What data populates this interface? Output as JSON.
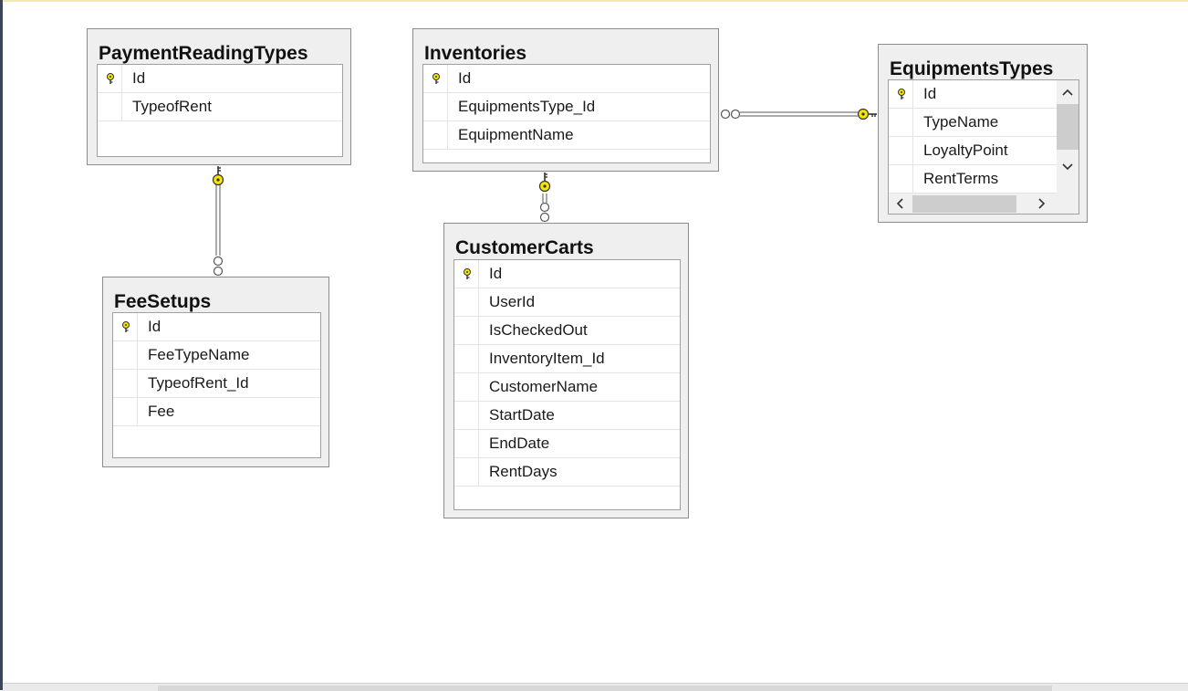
{
  "tables": {
    "payment_reading_types": {
      "title": "PaymentReadingTypes",
      "columns": [
        {
          "name": "Id",
          "pk": true
        },
        {
          "name": "TypeofRent",
          "pk": false
        }
      ]
    },
    "inventories": {
      "title": "Inventories",
      "columns": [
        {
          "name": "Id",
          "pk": true
        },
        {
          "name": "EquipmentsType_Id",
          "pk": false
        },
        {
          "name": "EquipmentName",
          "pk": false
        }
      ]
    },
    "equipments_types": {
      "title": "EquipmentsTypes",
      "columns": [
        {
          "name": "Id",
          "pk": true
        },
        {
          "name": "TypeName",
          "pk": false
        },
        {
          "name": "LoyaltyPoint",
          "pk": false
        },
        {
          "name": "RentTerms",
          "pk": false
        }
      ]
    },
    "fee_setups": {
      "title": "FeeSetups",
      "columns": [
        {
          "name": "Id",
          "pk": true
        },
        {
          "name": "FeeTypeName",
          "pk": false
        },
        {
          "name": "TypeofRent_Id",
          "pk": false
        },
        {
          "name": "Fee",
          "pk": false
        }
      ]
    },
    "customer_carts": {
      "title": "CustomerCarts",
      "columns": [
        {
          "name": "Id",
          "pk": true
        },
        {
          "name": "UserId",
          "pk": false
        },
        {
          "name": "IsCheckedOut",
          "pk": false
        },
        {
          "name": "InventoryItem_Id",
          "pk": false
        },
        {
          "name": "CustomerName",
          "pk": false
        },
        {
          "name": "StartDate",
          "pk": false
        },
        {
          "name": "EndDate",
          "pk": false
        },
        {
          "name": "RentDays",
          "pk": false
        }
      ]
    }
  },
  "relationships": [
    {
      "from": "fee_setups",
      "to": "payment_reading_types",
      "type": "many-to-one"
    },
    {
      "from": "customer_carts",
      "to": "inventories",
      "type": "many-to-one"
    },
    {
      "from": "inventories",
      "to": "equipments_types",
      "type": "many-to-one"
    }
  ],
  "colors": {
    "key_icon": "#f5e600",
    "table_bg": "#efefef",
    "border": "#8c8c8c"
  },
  "icons": {
    "primary_key": "key-icon",
    "scroll_up": "chevron-up-icon",
    "scroll_down": "chevron-down-icon",
    "scroll_left": "chevron-left-icon",
    "scroll_right": "chevron-right-icon"
  }
}
